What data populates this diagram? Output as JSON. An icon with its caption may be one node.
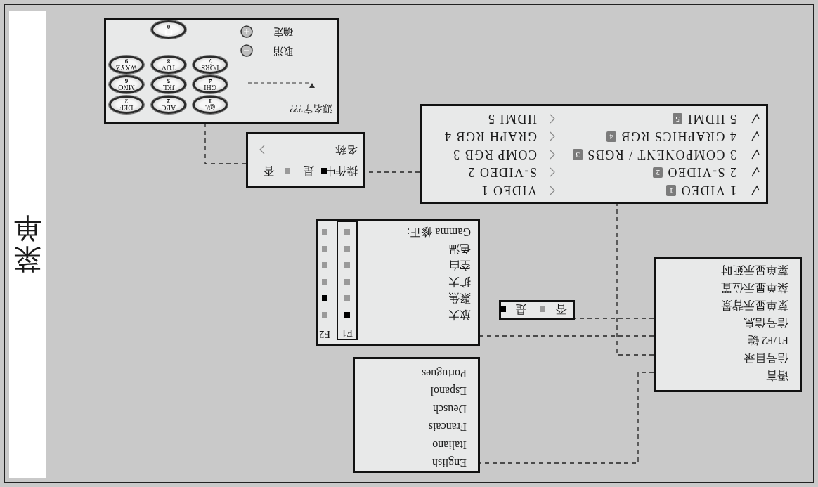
{
  "diagram": {
    "nodes": [
      {
        "text": [
          "菜单"
        ]
      },
      {
        "text": [
          "语言",
          "信号目录",
          "F1/F2 键",
          "信号信息",
          "菜单显示背景",
          "菜单显示位置",
          "菜单显示延时"
        ]
      },
      {
        "text": [
          "1 VIDEO",
          "1",
          "VIDEO 1",
          "2 S-VIDEO",
          "2",
          "S-VIDEO 2",
          "3 COMPONENT / RGBS",
          "3",
          "COMP RGB 3",
          "4 GRAPHICS RGB",
          "4",
          "GRAPH RGB 4",
          "5 HDMI",
          "5",
          "HDMI 5"
        ]
      },
      {
        "text": [
          "操作中",
          "是",
          "否",
          "名称"
        ]
      },
      {
        "text": [
          "源名字???",
          "取消",
          "确定"
        ]
      },
      {
        "text": [
          "@/.",
          "1"
        ],
        "in": 4
      },
      {
        "text": [
          "ABC",
          "2"
        ],
        "in": 4
      },
      {
        "text": [
          "DEF",
          "3"
        ],
        "in": 4
      },
      {
        "text": [
          "GHI",
          "4"
        ],
        "in": 4
      },
      {
        "text": [
          "JKL",
          "5"
        ],
        "in": 4
      },
      {
        "text": [
          "MNO",
          "6"
        ],
        "in": 4
      },
      {
        "text": [
          "PQRS",
          "7"
        ],
        "in": 4
      },
      {
        "text": [
          "TUV",
          "8"
        ],
        "in": 4
      },
      {
        "text": [
          "WXYZ",
          "9"
        ],
        "in": 4
      },
      {
        "text": [
          "0"
        ],
        "in": 4
      },
      {
        "text": [
          "否",
          "是"
        ]
      },
      {
        "text": [
          "F2",
          "放大",
          "聚焦",
          "扩大",
          "空白",
          "色温",
          "Gamma 修正:"
        ]
      },
      {
        "text": [
          "F1"
        ],
        "in": 16
      },
      {
        "text": [
          "English",
          "Italiano",
          "Francais",
          "Deusch",
          "Espanol",
          "Portugues"
        ]
      }
    ],
    "edges": [
      {
        "from": 1,
        "to": 2,
        "arrow": "none",
        "style": "dashed"
      },
      {
        "from": 2,
        "to": 3,
        "arrow": "none",
        "style": "dashed"
      },
      {
        "from": 3,
        "to": 4,
        "arrow": "none",
        "style": "dashed"
      },
      {
        "from": 1,
        "to": 15,
        "arrow": "none",
        "style": "dashed"
      },
      {
        "from": 1,
        "to": 16,
        "arrow": "none",
        "style": "dashed"
      },
      {
        "from": 1,
        "to": 18,
        "arrow": "none",
        "style": "dashed"
      }
    ]
  }
}
